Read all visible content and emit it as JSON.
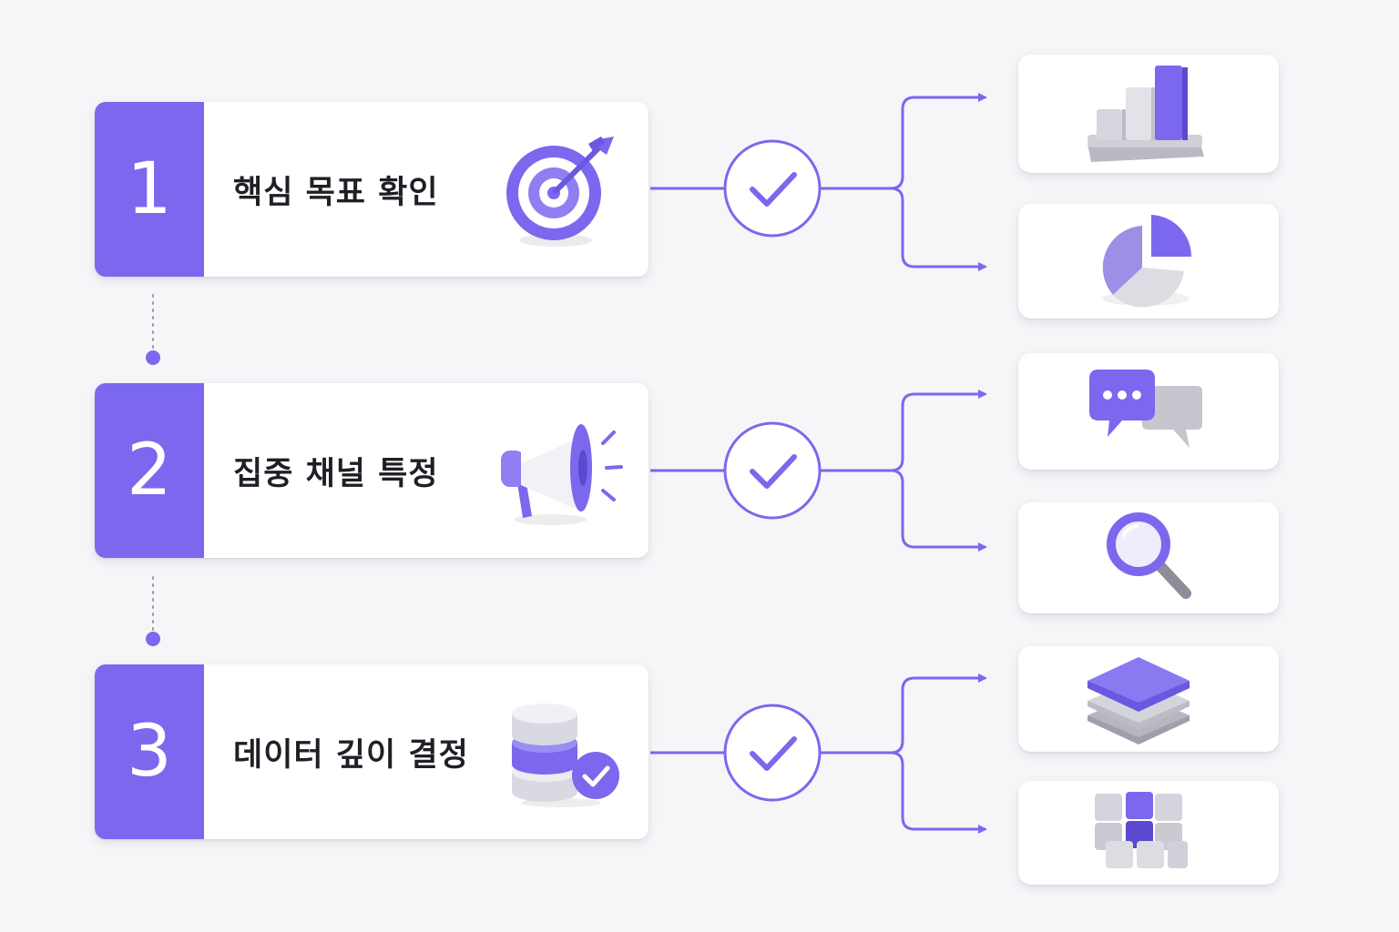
{
  "colors": {
    "accent": "#7b68ee",
    "accent_light": "#a99ef5",
    "background": "#f6f6f9",
    "card": "#ffffff",
    "grey": "#c9c9d2"
  },
  "steps": [
    {
      "number": "1",
      "label": "핵심 목표 확인",
      "icon": "target-icon",
      "outcomes": [
        "bar-chart-icon",
        "pie-chart-icon"
      ]
    },
    {
      "number": "2",
      "label": "집중 채널 특정",
      "icon": "megaphone-icon",
      "outcomes": [
        "chat-bubbles-icon",
        "magnifier-icon"
      ]
    },
    {
      "number": "3",
      "label": "데이터 깊이 결정",
      "icon": "database-check-icon",
      "outcomes": [
        "layers-icon",
        "cubes-grid-icon"
      ]
    }
  ]
}
